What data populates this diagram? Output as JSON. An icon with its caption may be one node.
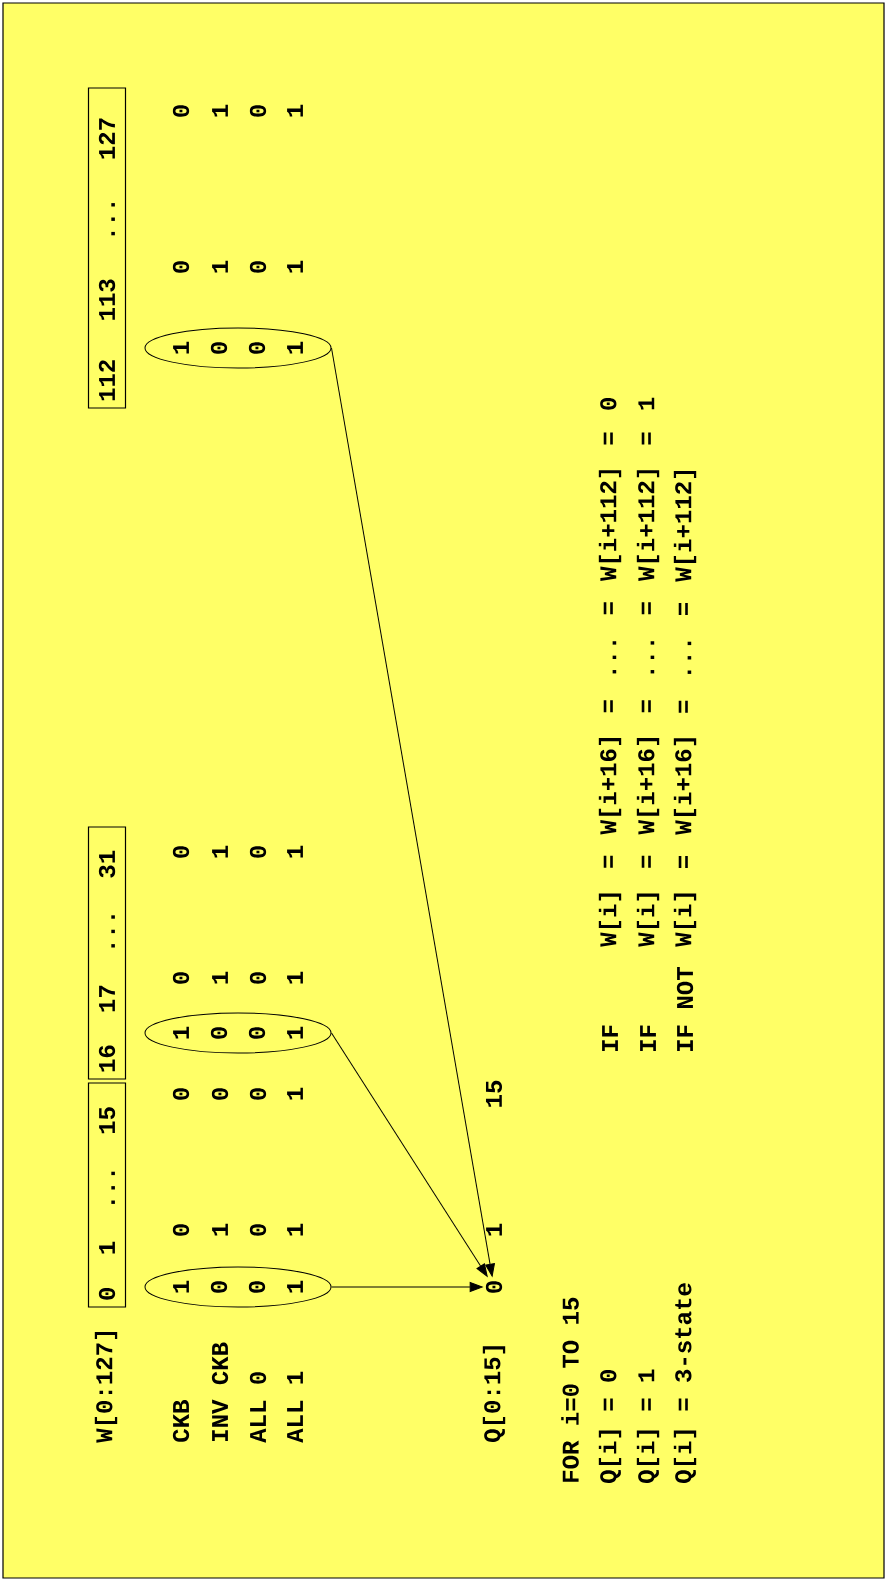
{
  "diagram": {
    "nodes": [
      {
        "text": [
          "0 1 ... 15"
        ]
      },
      {
        "text": [
          "16 17 ... 31"
        ]
      },
      {
        "text": [
          "112 113 ... 127"
        ]
      },
      {
        "text": [
          "1",
          "0",
          "0",
          "1"
        ]
      },
      {
        "text": [
          "1",
          "0",
          "0",
          "1"
        ]
      },
      {
        "text": [
          "1",
          "0",
          "0",
          "1"
        ]
      },
      {
        "text": [
          "0"
        ]
      }
    ],
    "edges": [
      {
        "from": 3,
        "to": 6,
        "arrow": "to"
      },
      {
        "from": 4,
        "to": 6,
        "arrow": "to"
      },
      {
        "from": 5,
        "to": 6,
        "arrow": "to"
      }
    ],
    "labels": [
      "W[0:127]",
      "CKB",
      "0",
      "0",
      "0",
      "0",
      "0",
      "0",
      "INV CKB",
      "1",
      "0",
      "1",
      "1",
      "1",
      "1",
      "ALL 0",
      "0",
      "0",
      "0",
      "0",
      "0",
      "0",
      "ALL 1",
      "1",
      "1",
      "1",
      "1",
      "1",
      "1",
      "Q[0:15]",
      "1",
      "15",
      "FOR i=0 TO 15",
      "Q[i] = 0",
      "IF",
      "W[i] = W[i+16] = ... = W[i+112] = 0",
      "Q[i] = 1",
      "IF",
      "W[i] = W[i+16] = ... = W[i+112] = 1",
      "Q[i] = 3-state",
      "IF NOT",
      "W[i] = W[i+16] = ... = W[i+112]"
    ]
  }
}
